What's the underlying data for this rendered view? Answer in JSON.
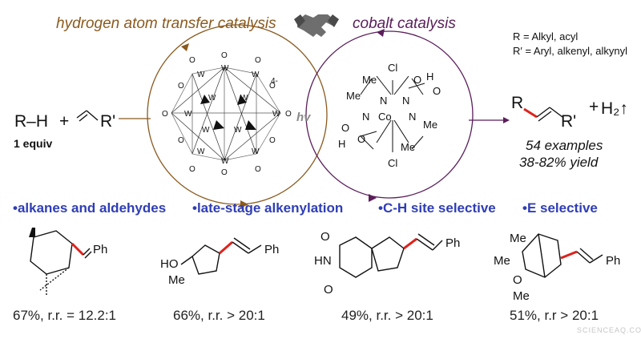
{
  "header": {
    "hat_title": "hydrogen atom transfer catalysis",
    "cobalt_title": "cobalt catalysis",
    "r_definition": "R = Alkyl, acyl",
    "r_prime_definition": "R′ = Aryl, alkenyl, alkynyl"
  },
  "reaction": {
    "substrate": "R–H",
    "plus": "+",
    "alkene_label": "R'",
    "equiv": "1 equiv",
    "light": "hv",
    "product_r": "R",
    "product_r_prime": "R'",
    "h2": "H₂↑",
    "examples": "54 examples",
    "yield": "38-82% yield"
  },
  "catalysts": {
    "polyoxotungstate": {
      "atom": "W",
      "oxygen": "O",
      "charge": "4-"
    },
    "cobaloxime": {
      "metal": "Co",
      "ligands": [
        "Cl",
        "Me",
        "N",
        "O",
        "H"
      ]
    }
  },
  "features": [
    "•alkanes and aldehydes",
    "•late-stage alkenylation",
    "•C-H site selective",
    "•E selective"
  ],
  "examples": [
    {
      "label": "67%, r.r. = 12.2:1",
      "substituent": "Ph"
    },
    {
      "label": "66%, r.r. > 20:1",
      "substituent": "Ph",
      "groups": [
        "HO",
        "Me"
      ]
    },
    {
      "label": "49%, r.r. > 20:1",
      "substituent": "Ph",
      "groups": [
        "O",
        "HN",
        "O"
      ]
    },
    {
      "label": "51%, r.r > 20:1",
      "substituent": "Ph",
      "groups": [
        "Me",
        "Me",
        "O",
        "Me"
      ]
    }
  ],
  "watermark": "SCIENCEAQ.COM",
  "colors": {
    "hat": "#8a5a1e",
    "cobalt": "#5a1e5a",
    "feature_blue": "#2f3eb5",
    "new_bond": "#e0221c"
  }
}
